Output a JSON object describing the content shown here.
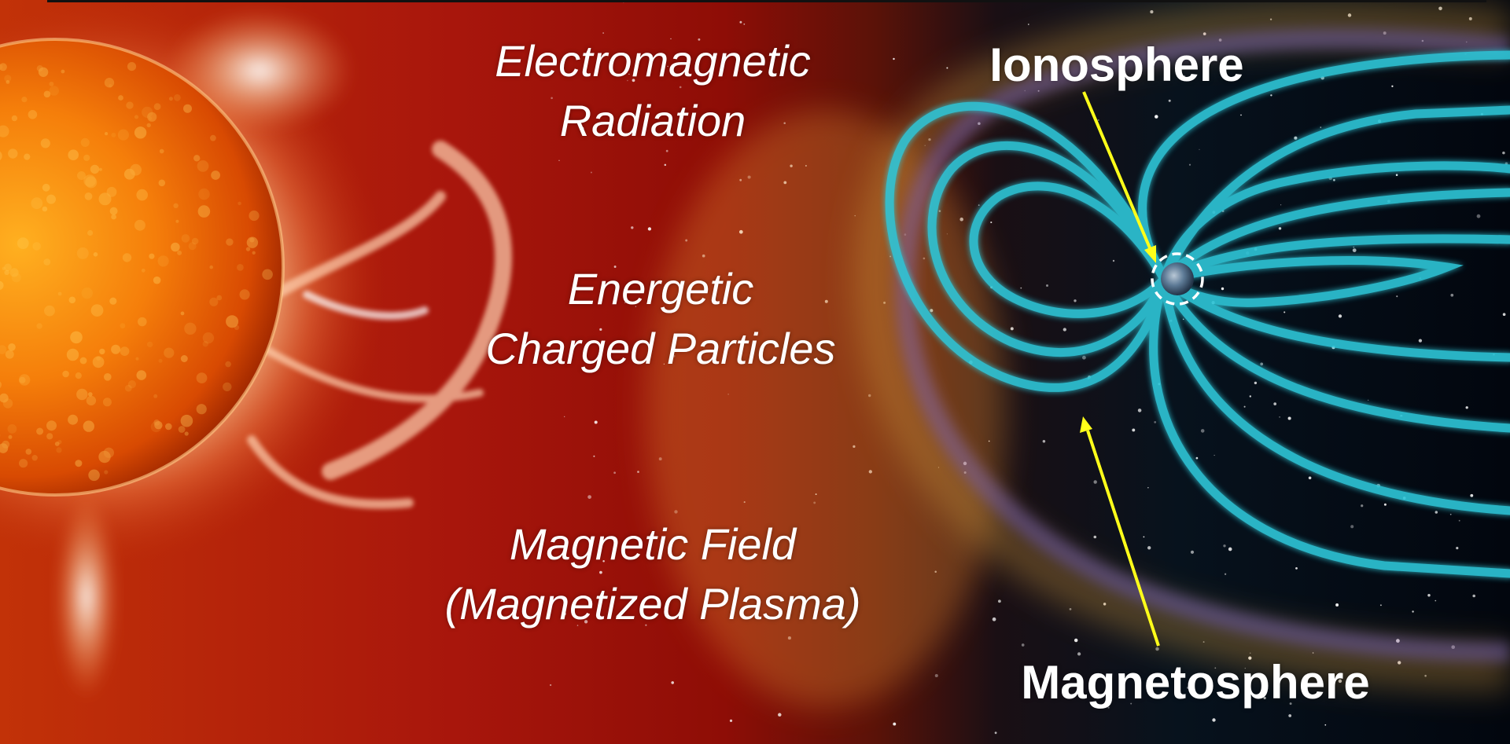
{
  "labels": {
    "electromagnetic_line1": "Electromagnetic",
    "electromagnetic_line2": "Radiation",
    "energetic_line1": "Energetic",
    "energetic_line2": "Charged Particles",
    "magnetic_line1": "Magnetic Field",
    "magnetic_line2": "(Magnetized Plasma)",
    "ionosphere": "Ionosphere",
    "magnetosphere": "Magnetosphere"
  },
  "colors": {
    "arrow": "#ffff1a",
    "field_lines": "#2fc6d8",
    "sun_core": "#e85a05",
    "space": "#02060e",
    "text": "#ffffff"
  },
  "icons": [
    "sun",
    "earth",
    "magnetic-field-lines",
    "arrow"
  ]
}
